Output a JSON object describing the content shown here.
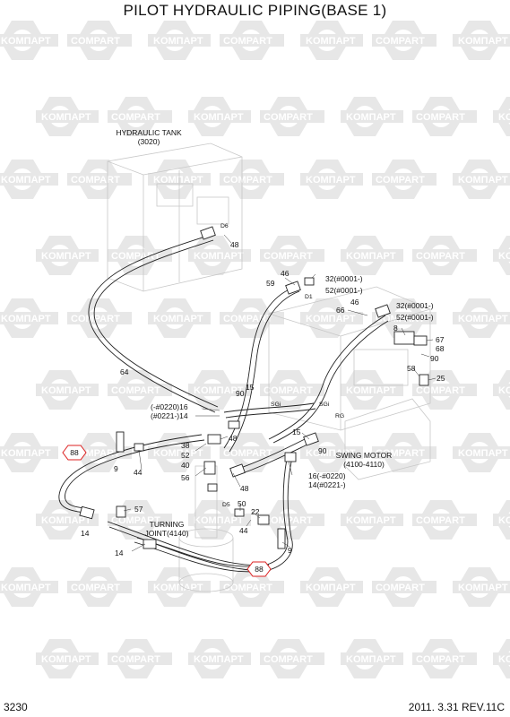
{
  "title": "PILOT HYDRAULIC PIPING(BASE 1)",
  "page_number": "3230",
  "revision": "2011. 3.31  REV.11C",
  "watermark": {
    "left": "KOMПAPT",
    "right": "COMPART"
  },
  "tank_label": {
    "line1": "HYDRAULIC TANK",
    "line2": "(3020)"
  },
  "turning_joint_label": {
    "line1": "TURNING",
    "line2": "JOINT(4140)"
  },
  "swing_motor_label": {
    "line1": "SWING MOTOR",
    "line2": "(4100-4110)"
  },
  "callouts": {
    "c48a": "48",
    "c46": "46",
    "c59": "59",
    "c32a": "32(#0001-)",
    "c52a": "52(#0001-)",
    "c66": "66",
    "c46b": "46",
    "c32b": "32(#0001-)",
    "c52b": "52(#0001-)",
    "c8": "8",
    "c67": "67",
    "c68": "68",
    "c90a": "90",
    "c58": "58",
    "c25": "25",
    "c64": "64",
    "c15a": "15",
    "c90b": "90",
    "c16a": "(-#0220)16",
    "c14a": "(#0221-)14",
    "c48b": "48",
    "c38": "38",
    "c52c": "52",
    "c40": "40",
    "c56": "56",
    "c15b": "15",
    "c90c": "90",
    "c88a": "88",
    "c9a": "9",
    "c44a": "44",
    "c16b": "16(-#0220)",
    "c14b": "14(#0221-)",
    "c48c": "48",
    "c57": "57",
    "c50": "50",
    "c22": "22",
    "c44b": "44",
    "c14c": "14",
    "c14d": "14",
    "c9b": "9",
    "c88b": "88",
    "d6": "D6",
    "d1": "D1",
    "sgi1": "SGi",
    "sgi2": "SGi",
    "rg": "RG",
    "d5": "D5"
  }
}
